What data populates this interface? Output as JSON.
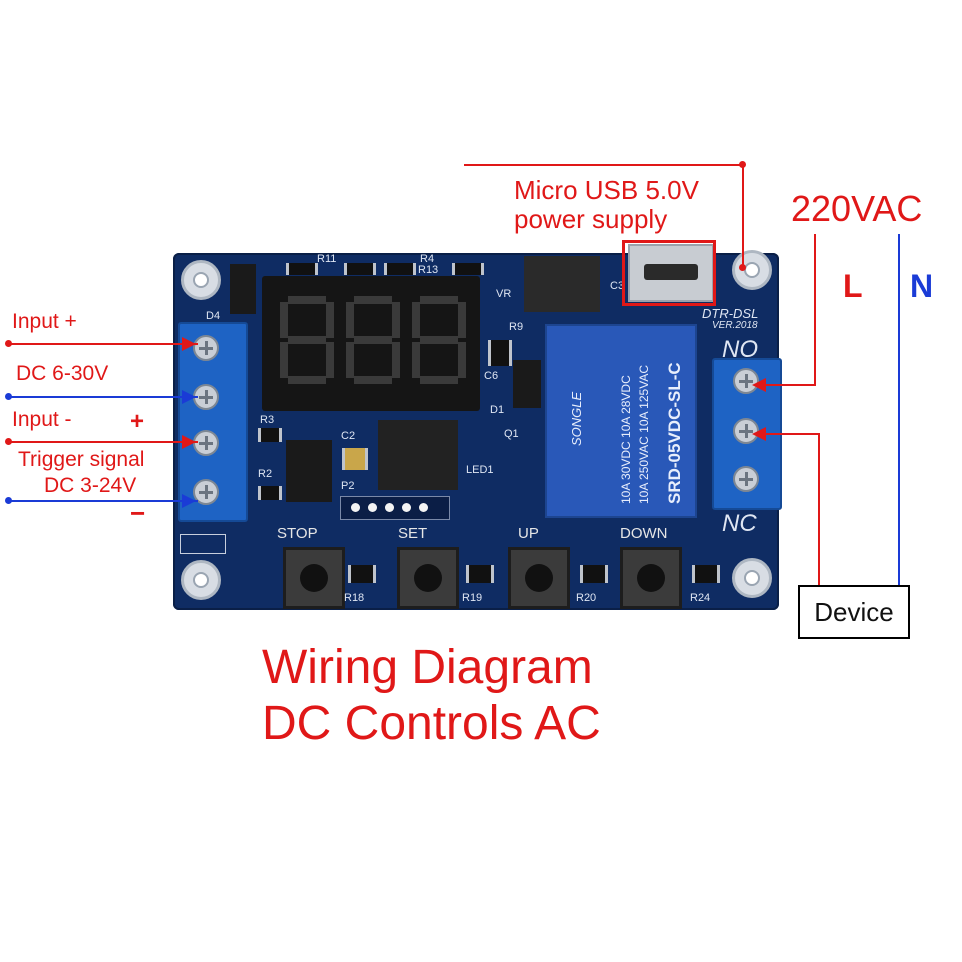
{
  "labels": {
    "usb_line1": "Micro USB 5.0V",
    "usb_line2": "power supply",
    "vac": "220VAC",
    "L": "L",
    "N": "N",
    "input_plus": "Input +",
    "dc_6_30": "DC 6-30V",
    "input_minus": "Input -",
    "plus_sign": "+",
    "trigger": "Trigger signal",
    "dc_3_24": "DC 3-24V",
    "minus_sign": "−",
    "device": "Device"
  },
  "board": {
    "model": "DTR-DSL",
    "version": "VER.2018",
    "no": "NO",
    "nc": "NC",
    "buttons": [
      "STOP",
      "SET",
      "UP",
      "DOWN"
    ],
    "silk": {
      "d4": "D4",
      "r11": "R11",
      "r4": "R4",
      "r13": "R13",
      "vr": "VR",
      "c3": "C3",
      "r9": "R9",
      "c6": "C6",
      "d1": "D1",
      "q1": "Q1",
      "led1": "LED1",
      "r3": "R3",
      "r2": "R2",
      "c2": "C2",
      "p2": "P2",
      "r18": "R18",
      "r19": "R19",
      "r20": "R20",
      "r24": "R24"
    },
    "relay": {
      "line1": "SRD-05VDC-SL-C",
      "line2": "10A 250VAC  10A 125VAC",
      "line3": "10A 30VDC  10A 28VDC",
      "brand": "SONGLE"
    }
  },
  "title": {
    "line1": "Wiring Diagram",
    "line2": "DC Controls AC"
  },
  "colors": {
    "red": "#e01818",
    "blue": "#1a3bd6",
    "pcb": "#0f2c63",
    "relay": "#2958b8"
  }
}
